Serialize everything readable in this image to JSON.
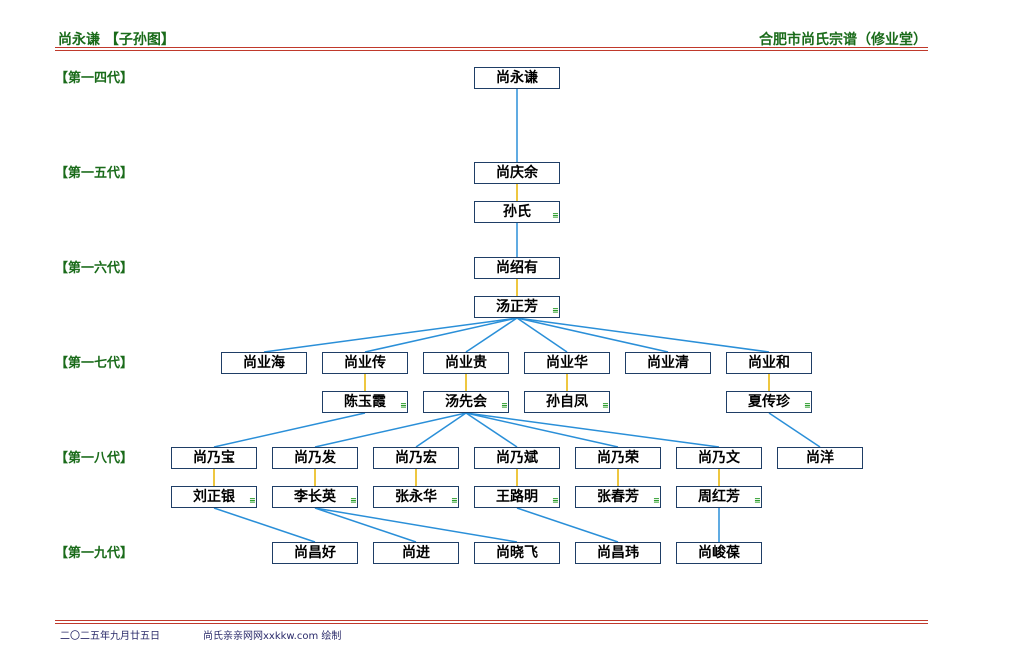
{
  "header": {
    "left_title": "尚永谦 【子孙图】",
    "right_title": "合肥市尚氏宗谱（修业堂）"
  },
  "generations": [
    "【第一四代】",
    "【第一五代】",
    "【第一六代】",
    "【第一七代】",
    "【第一八代】",
    "【第一九代】"
  ],
  "people": [
    {
      "id": "p1",
      "name": "尚永谦",
      "spouse": false
    },
    {
      "id": "p2",
      "name": "尚庆余",
      "spouse": false
    },
    {
      "id": "p3",
      "name": "孙氏",
      "spouse": true
    },
    {
      "id": "p4",
      "name": "尚绍有",
      "spouse": false
    },
    {
      "id": "p5",
      "name": "汤正芳",
      "spouse": true
    },
    {
      "id": "p6",
      "name": "尚业海",
      "spouse": false
    },
    {
      "id": "p7",
      "name": "尚业传",
      "spouse": false
    },
    {
      "id": "p8",
      "name": "尚业贵",
      "spouse": false
    },
    {
      "id": "p9",
      "name": "尚业华",
      "spouse": false
    },
    {
      "id": "p10",
      "name": "尚业清",
      "spouse": false
    },
    {
      "id": "p11",
      "name": "尚业和",
      "spouse": false
    },
    {
      "id": "p12",
      "name": "陈玉霞",
      "spouse": true
    },
    {
      "id": "p13",
      "name": "汤先会",
      "spouse": true
    },
    {
      "id": "p14",
      "name": "孙自凤",
      "spouse": true
    },
    {
      "id": "p15",
      "name": "夏传珍",
      "spouse": true
    },
    {
      "id": "p16",
      "name": "尚乃宝",
      "spouse": false
    },
    {
      "id": "p17",
      "name": "尚乃发",
      "spouse": false
    },
    {
      "id": "p18",
      "name": "尚乃宏",
      "spouse": false
    },
    {
      "id": "p19",
      "name": "尚乃斌",
      "spouse": false
    },
    {
      "id": "p20",
      "name": "尚乃荣",
      "spouse": false
    },
    {
      "id": "p21",
      "name": "尚乃文",
      "spouse": false
    },
    {
      "id": "p22",
      "name": "尚洋",
      "spouse": false
    },
    {
      "id": "p23",
      "name": "刘正银",
      "spouse": true
    },
    {
      "id": "p24",
      "name": "李长英",
      "spouse": true
    },
    {
      "id": "p25",
      "name": "张永华",
      "spouse": true
    },
    {
      "id": "p26",
      "name": "王路明",
      "spouse": true
    },
    {
      "id": "p27",
      "name": "张春芳",
      "spouse": true
    },
    {
      "id": "p28",
      "name": "周红芳",
      "spouse": true
    },
    {
      "id": "p29",
      "name": "尚昌好",
      "spouse": false
    },
    {
      "id": "p30",
      "name": "尚进",
      "spouse": false
    },
    {
      "id": "p31",
      "name": "尚晓飞",
      "spouse": false
    },
    {
      "id": "p32",
      "name": "尚昌玮",
      "spouse": false
    },
    {
      "id": "p33",
      "name": "尚峻葆",
      "spouse": false
    }
  ],
  "marriages": [
    [
      "p2",
      "p3"
    ],
    [
      "p4",
      "p5"
    ],
    [
      "p7",
      "p12"
    ],
    [
      "p8",
      "p13"
    ],
    [
      "p9",
      "p14"
    ],
    [
      "p11",
      "p15"
    ],
    [
      "p16",
      "p23"
    ],
    [
      "p17",
      "p24"
    ],
    [
      "p18",
      "p25"
    ],
    [
      "p19",
      "p26"
    ],
    [
      "p20",
      "p27"
    ],
    [
      "p21",
      "p28"
    ]
  ],
  "descents": [
    [
      "p1",
      "p2"
    ],
    [
      "p3",
      "p4"
    ],
    [
      "p5",
      "p6"
    ],
    [
      "p5",
      "p7"
    ],
    [
      "p5",
      "p8"
    ],
    [
      "p5",
      "p9"
    ],
    [
      "p5",
      "p10"
    ],
    [
      "p5",
      "p11"
    ],
    [
      "p12",
      "p16"
    ],
    [
      "p13",
      "p17"
    ],
    [
      "p13",
      "p18"
    ],
    [
      "p13",
      "p19"
    ],
    [
      "p13",
      "p20"
    ],
    [
      "p13",
      "p21"
    ],
    [
      "p15",
      "p22"
    ],
    [
      "p23",
      "p29"
    ],
    [
      "p24",
      "p30"
    ],
    [
      "p24",
      "p31"
    ],
    [
      "p26",
      "p32"
    ],
    [
      "p28",
      "p33"
    ]
  ],
  "colors": {
    "descent": "#2a8fd8",
    "marriage": "#e8b400",
    "generation_label": "#1a6b1a",
    "rule": "#c0392b"
  },
  "footer": {
    "date": "二〇二五年九月廿五日",
    "site": "尚氏亲亲网网xxkkw.com 绘制"
  }
}
